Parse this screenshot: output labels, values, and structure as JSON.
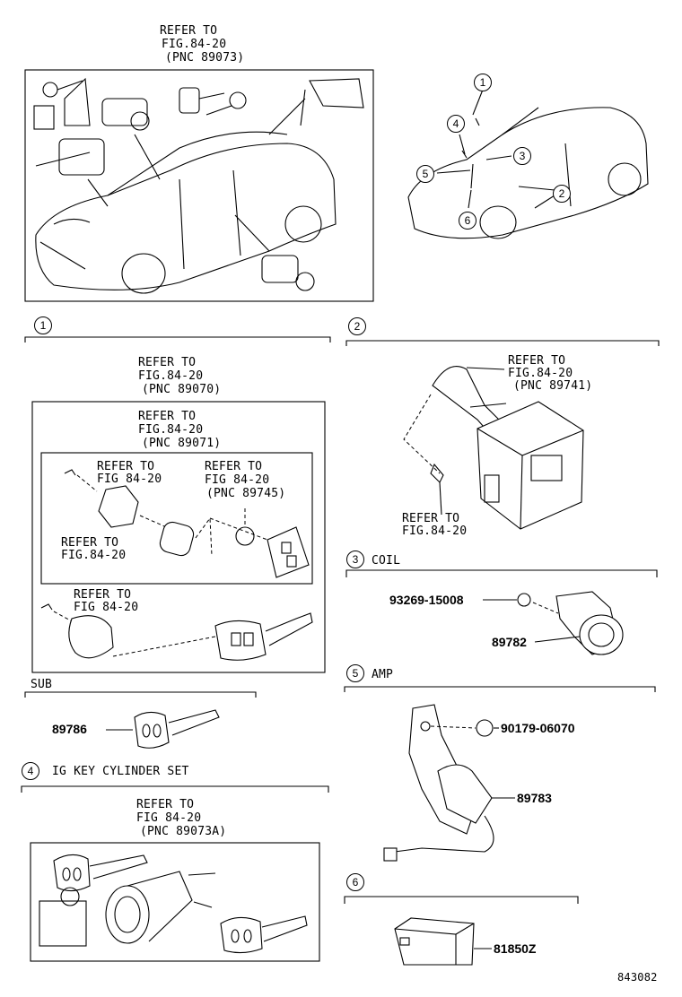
{
  "overview": {
    "refer1": "REFER TO",
    "refer2": "FIG.84-20",
    "refer3": "(PNC 89073)"
  },
  "callouts": {
    "c1": "1",
    "c2": "2",
    "c3": "3",
    "c4": "4",
    "c5": "5",
    "c6": "6"
  },
  "section1": {
    "num": "1",
    "outer_refer": [
      "REFER TO",
      "FIG.84-20",
      "(PNC 89070)"
    ],
    "inner_refer": [
      "REFER TO",
      "FIG.84-20",
      "(PNC 89071)"
    ],
    "ref_a": [
      "REFER TO",
      "FIG 84-20"
    ],
    "ref_b": [
      "REFER TO",
      "FIG 84-20",
      "(PNC 89745)"
    ],
    "ref_c": [
      "REFER TO",
      "FIG.84-20"
    ],
    "ref_d": [
      "REFER TO",
      "FIG 84-20"
    ]
  },
  "sub": {
    "label": "SUB",
    "part": "89786"
  },
  "section4": {
    "num": "4",
    "title": "IG KEY CYLINDER SET",
    "refer": [
      "REFER TO",
      "FIG 84-20",
      "(PNC 89073A)"
    ]
  },
  "section2": {
    "num": "2",
    "refer_top": [
      "REFER TO",
      "FIG.84-20",
      "(PNC 89741)"
    ],
    "refer_bottom": [
      "REFER TO",
      "FIG.84-20"
    ]
  },
  "section3": {
    "num": "3",
    "title": "COIL",
    "part_a": "93269-15008",
    "part_b": "89782"
  },
  "section5": {
    "num": "5",
    "title": "AMP",
    "part_a": "90179-06070",
    "part_b": "89783"
  },
  "section6": {
    "num": "6",
    "part": "81850Z"
  },
  "footer": {
    "code": "843082"
  }
}
